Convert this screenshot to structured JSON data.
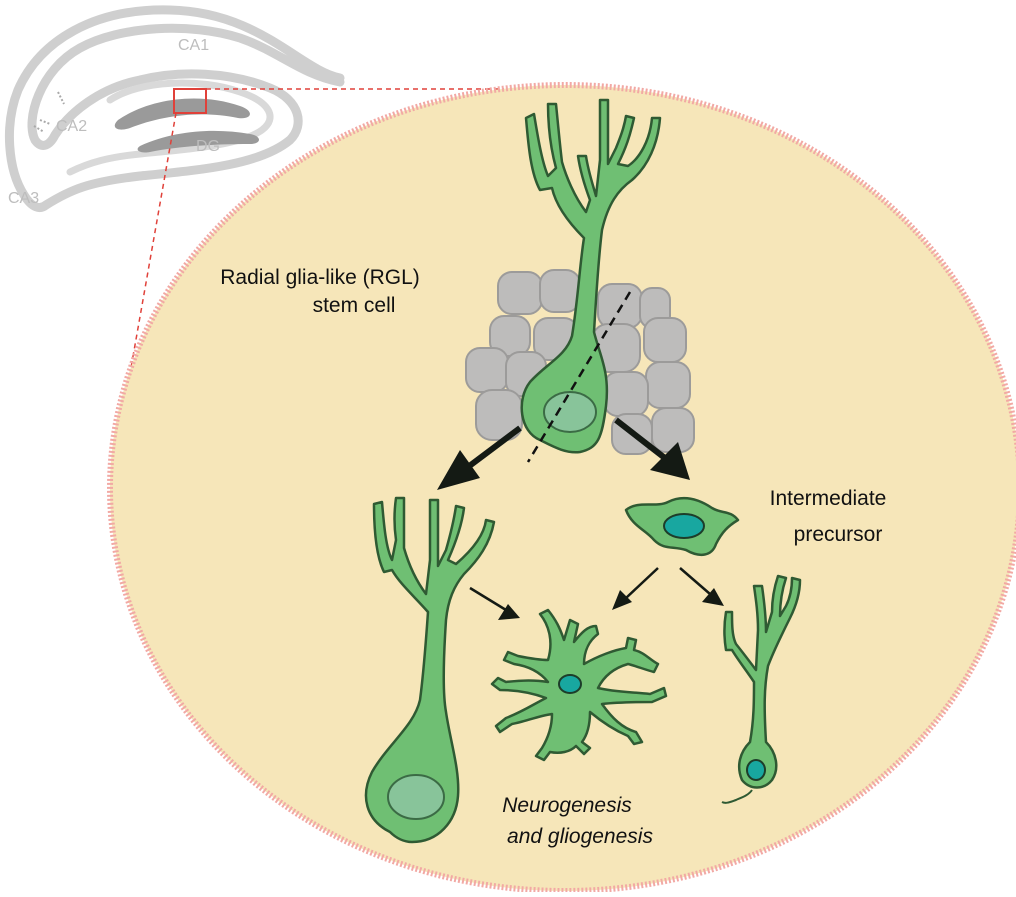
{
  "hippocampus": {
    "labels": {
      "ca1": "CA1",
      "ca2": "CA2",
      "ca3": "CA3",
      "dg": "DG"
    }
  },
  "labels": {
    "rgl_line1": "Radial glia-like (RGL)",
    "rgl_line2": "stem cell",
    "ip_line1": "Intermediate",
    "ip_line2": "precursor",
    "outcome_line1": "Neurogenesis",
    "outcome_line2": "and gliogenesis"
  },
  "colors": {
    "niche_fill": "#f6e6b9",
    "niche_border": "#f2a9a4",
    "cell_fill": "#6fbf73",
    "cell_stroke": "#2f5a33",
    "nucleus_fill": "#88c49a",
    "ip_nucleus_fill": "#18a7a0",
    "granule_fill": "#bdbcbb",
    "granule_stroke": "#9c9b9a",
    "arrow": "#141a14",
    "inset_box": "#e0413a"
  }
}
